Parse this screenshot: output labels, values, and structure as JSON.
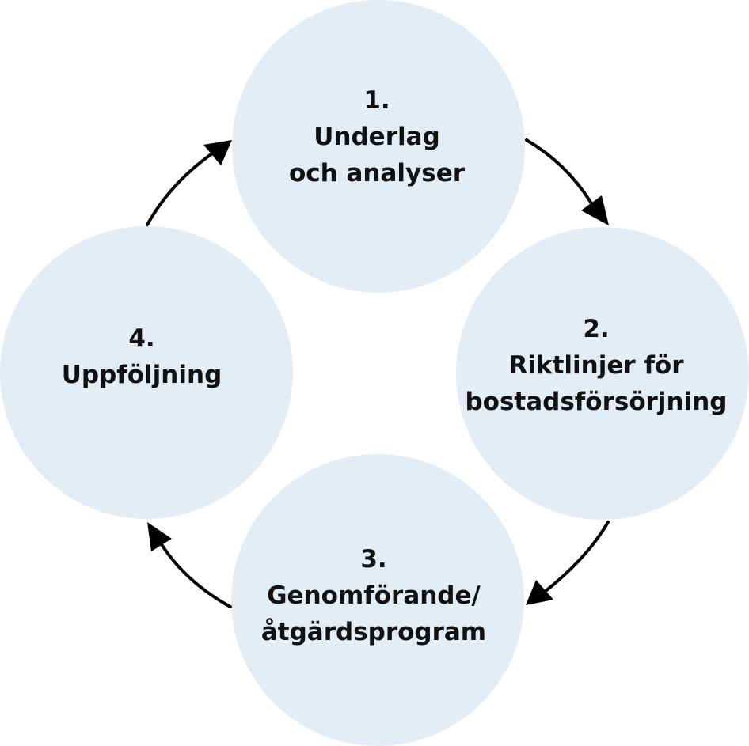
{
  "steps": [
    {
      "number": "1.",
      "lines": [
        "Underlag",
        "och analyser"
      ]
    },
    {
      "number": "2.",
      "lines": [
        "Riktlinjer för",
        "bostadsförsörjning"
      ]
    },
    {
      "number": "3.",
      "lines": [
        "Genomförande/",
        "åtgärdsprogram"
      ]
    },
    {
      "number": "4.",
      "lines": [
        "Uppföljning"
      ]
    }
  ],
  "colors": {
    "circle_fill": "#e3edf5",
    "text": "#111111",
    "arrow": "#000000"
  }
}
